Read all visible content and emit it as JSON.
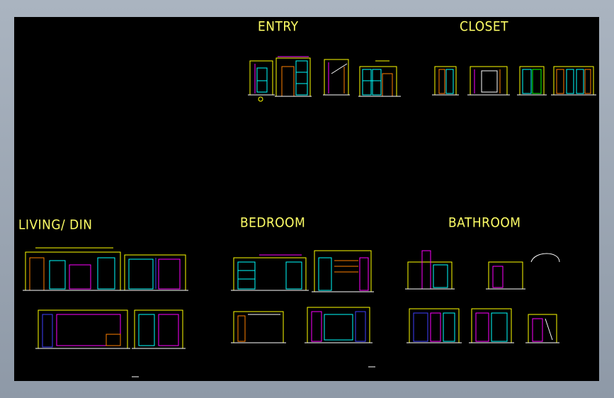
{
  "sheet": {
    "background": "#000000",
    "colors": {
      "yellow": "#ffff00",
      "magenta": "#ff00ff",
      "cyan": "#00ffff",
      "white": "#ffffff",
      "orange": "#ff8000",
      "blue": "#4040ff",
      "green": "#00c000",
      "red": "#ff2020"
    }
  },
  "sections": {
    "entry": "ENTRY",
    "closet": "CLOSET",
    "living": "LIVING/  DIN",
    "bedroom": "BEDROOM",
    "bathroom": "BATHROOM"
  }
}
